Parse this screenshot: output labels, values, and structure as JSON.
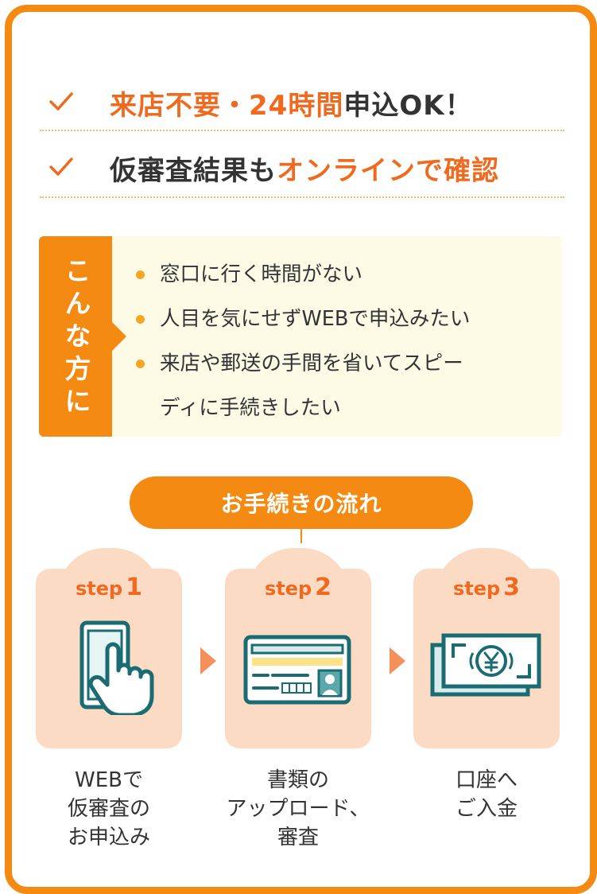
{
  "checklist": [
    {
      "highlight": "来店不要・24時間",
      "rest": "申込OK！"
    },
    {
      "lead": "仮審査結果も",
      "highlight": "オンラインで確認"
    }
  ],
  "who": {
    "label": "こんな方に",
    "items": [
      "窓口に行く時間がない",
      "人目を気にせずWEBで申込みたい",
      "来店や郵送の手間を省いてスピー",
      "ディに手続きしたい"
    ]
  },
  "flow": {
    "title": "お手続きの流れ",
    "steps": [
      {
        "word": "step",
        "num": "1",
        "icon": "smartphone-tap-icon",
        "lines": [
          "WEBで",
          "仮審査の",
          "お申込み"
        ]
      },
      {
        "word": "step",
        "num": "2",
        "icon": "id-card-icon",
        "lines": [
          "書類の",
          "アップロード、",
          "審査"
        ]
      },
      {
        "word": "step",
        "num": "3",
        "icon": "yen-banknote-icon",
        "lines": [
          "口座へ",
          "ご入金"
        ]
      }
    ]
  },
  "colors": {
    "brand_orange": "#f58a12",
    "highlight_orange": "#ef6a1f",
    "step_bg": "#fcdbc5",
    "box_bg": "#fdfbe6",
    "icon_teal": "#1b6b73"
  }
}
